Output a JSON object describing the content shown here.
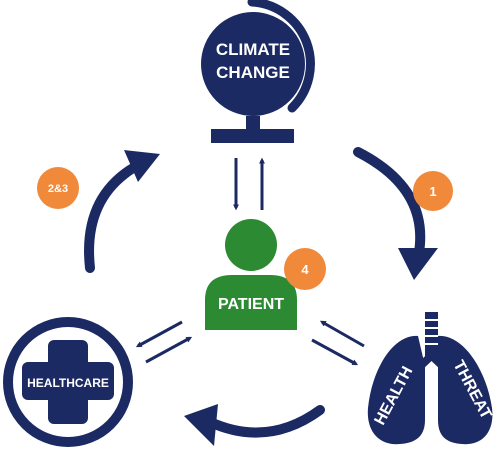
{
  "colors": {
    "navy": "#1c2a63",
    "green": "#2b8a32",
    "orange": "#f0893a",
    "white": "#ffffff"
  },
  "climate": {
    "line1": "CLIMATE",
    "line2": "CHANGE",
    "icon": "globe-icon"
  },
  "patient": {
    "label": "PATIENT",
    "icon": "person-icon"
  },
  "healthcare": {
    "label": "HEALTHCARE",
    "icon": "medical-cross-icon"
  },
  "health_threat": {
    "word1": "HEALTH",
    "word2": "THREAT",
    "icon": "lungs-icon"
  },
  "badges": {
    "b1": "1",
    "b23": "2&3",
    "b4": "4"
  }
}
